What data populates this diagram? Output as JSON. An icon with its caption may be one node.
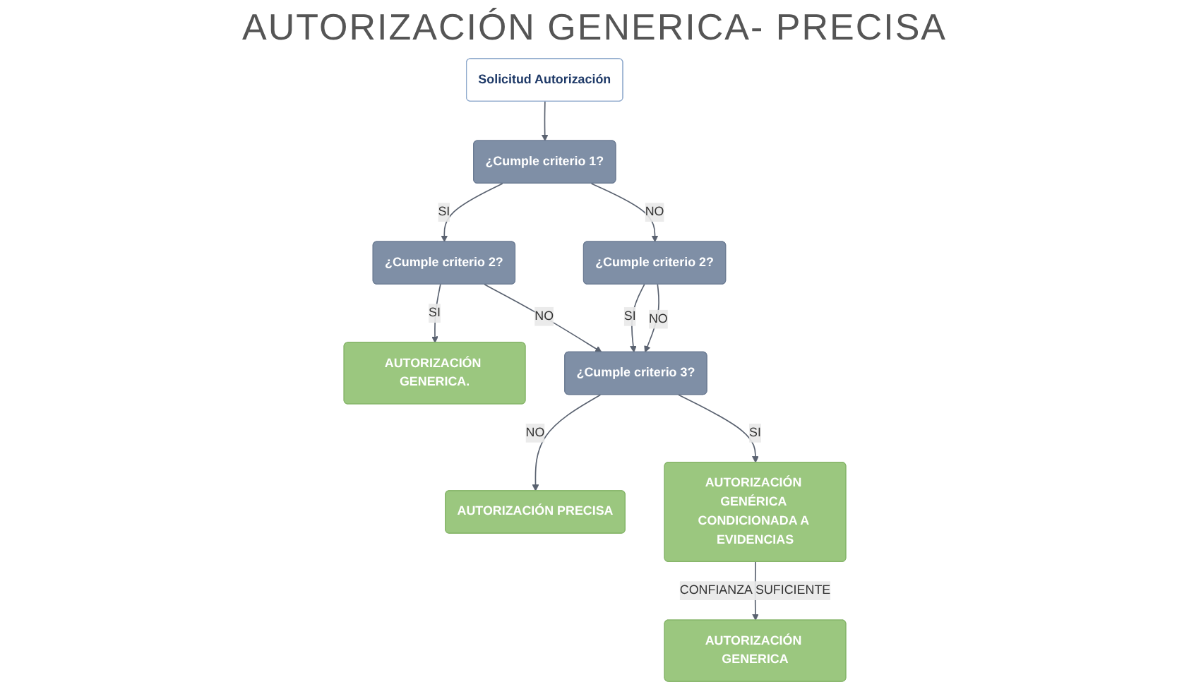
{
  "diagram": {
    "title": "AUTORIZACIÓN GENERICA- PRECISA",
    "nodes": [
      {
        "text": [
          "Solicitud Autorización"
        ]
      },
      {
        "text": [
          "¿Cumple criterio 1?"
        ]
      },
      {
        "text": [
          "¿Cumple criterio 2?"
        ]
      },
      {
        "text": [
          "AUTORIZACIÓN GENERICA."
        ]
      },
      {
        "text": [
          "¿Cumple criterio 2?"
        ]
      },
      {
        "text": [
          "AUTORIZACIÓN PRECISA"
        ]
      },
      {
        "text": [
          "¿Cumple criterio 3?"
        ]
      },
      {
        "text": [
          "AUTORIZACIÓN GENÉRICA CONDICIONADA A EVIDENCIAS"
        ]
      },
      {
        "text": [
          "AUTORIZACIÓN GENERICA"
        ]
      }
    ],
    "edges": [
      {
        "from": 0,
        "to": 1,
        "arrow": "to"
      },
      {
        "from": 1,
        "to": 2,
        "arrow": "to",
        "label": "SI"
      },
      {
        "from": 2,
        "to": 3,
        "arrow": "to",
        "label": "SI"
      },
      {
        "from": 1,
        "to": 4,
        "arrow": "to",
        "label": "NO"
      },
      {
        "from": 4,
        "to": 6,
        "arrow": "to",
        "label": "SI"
      },
      {
        "from": 4,
        "to": 6,
        "arrow": "to",
        "label": "NO"
      },
      {
        "from": 2,
        "to": 6,
        "arrow": "to",
        "label": "NO"
      },
      {
        "from": 6,
        "to": 5,
        "arrow": "to",
        "label": "NO"
      },
      {
        "from": 6,
        "to": 7,
        "arrow": "to",
        "label": "SI"
      },
      {
        "from": 7,
        "to": 8,
        "arrow": "to",
        "label": "CONFIANZA SUFICIENTE"
      }
    ]
  }
}
